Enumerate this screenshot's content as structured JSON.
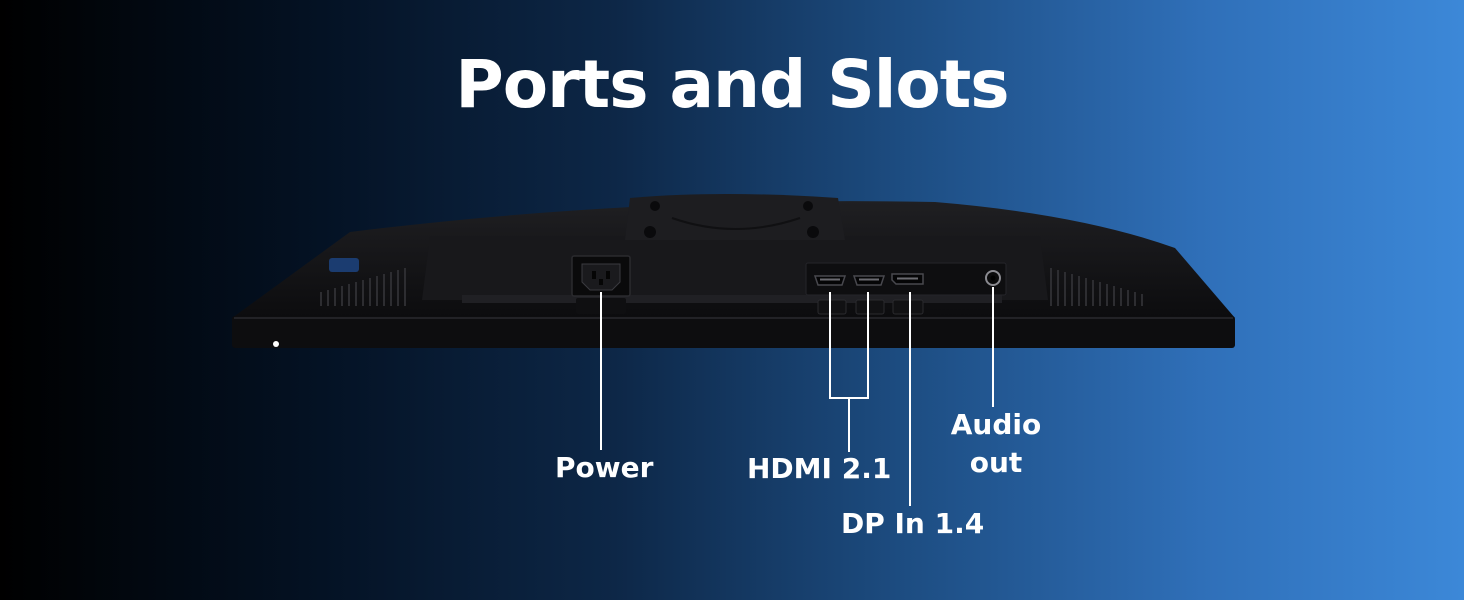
{
  "heading": {
    "title": "Ports and Slots"
  },
  "ports": {
    "power": "Power",
    "hdmi": "HDMI 2.1",
    "dp": "DP In 1.4",
    "audio_line1": "Audio",
    "audio_line2": "out"
  },
  "colors": {
    "background_left": "#000000",
    "background_right": "#3c88d8",
    "text": "#ffffff",
    "monitor_body": "#141416"
  },
  "icons": [
    "power-socket-icon",
    "hdmi-port-icon",
    "displayport-icon",
    "audio-jack-icon"
  ]
}
